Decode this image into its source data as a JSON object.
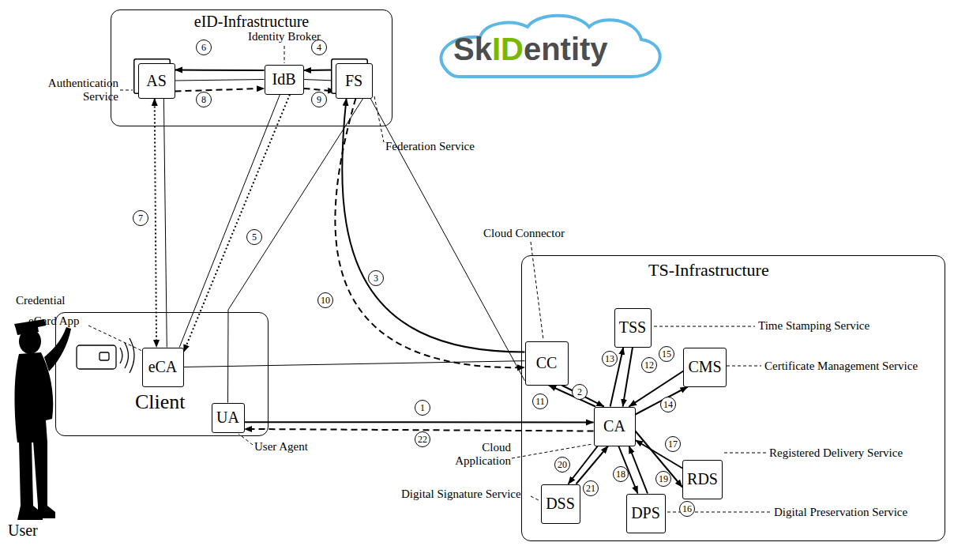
{
  "diagram": {
    "nodes": [
      {
        "text": [
          "eID-Infrastructure"
        ]
      },
      {
        "text": [
          "AS"
        ],
        "in": 0
      },
      {
        "text": [
          "IdB"
        ],
        "in": 0
      },
      {
        "text": [
          "FS"
        ],
        "in": 0
      },
      {
        "text": [
          "Client"
        ]
      },
      {
        "text": [
          "eCA"
        ],
        "in": 4
      },
      {
        "text": [
          "UA"
        ],
        "in": 4
      },
      {
        "text": [
          "TS-Infrastructure"
        ]
      },
      {
        "text": [
          "CC"
        ],
        "in": 7
      },
      {
        "text": [
          "TSS"
        ],
        "in": 7
      },
      {
        "text": [
          "CMS"
        ],
        "in": 7
      },
      {
        "text": [
          "CA"
        ],
        "in": 7
      },
      {
        "text": [
          "RDS"
        ],
        "in": 7
      },
      {
        "text": [
          "DSS"
        ],
        "in": 7
      },
      {
        "text": [
          "DPS"
        ],
        "in": 7
      }
    ],
    "edges": [
      {
        "from": 6,
        "to": 11,
        "arrow": "to",
        "label": "1"
      },
      {
        "from": 11,
        "to": 6,
        "arrow": "to",
        "label": "22"
      },
      {
        "from": 8,
        "to": 11,
        "arrow": "to",
        "label": "2"
      },
      {
        "from": 11,
        "to": 8,
        "arrow": "to",
        "label": "11"
      },
      {
        "from": 8,
        "to": 3,
        "arrow": "to",
        "label": "3"
      },
      {
        "from": 3,
        "to": 8,
        "arrow": "to",
        "label": "10"
      },
      {
        "from": 3,
        "to": 2,
        "arrow": "to",
        "label": "4"
      },
      {
        "from": 2,
        "to": 1,
        "arrow": "to",
        "label": "6"
      },
      {
        "from": 1,
        "to": 2,
        "arrow": "to",
        "label": "8"
      },
      {
        "from": 2,
        "to": 3,
        "arrow": "to",
        "label": "9"
      },
      {
        "from": 2,
        "to": 5,
        "arrow": "to",
        "label": "5"
      },
      {
        "from": 1,
        "to": 5,
        "arrow": "both",
        "label": "7"
      },
      {
        "from": 1,
        "to": 5,
        "arrow": "none"
      },
      {
        "from": 2,
        "to": 5,
        "arrow": "none"
      },
      {
        "from": 6,
        "to": 3,
        "arrow": "none"
      },
      {
        "from": 3,
        "to": 8,
        "arrow": "none"
      },
      {
        "from": 5,
        "to": 8,
        "arrow": "none"
      },
      {
        "from": 1,
        "to": 2,
        "arrow": "none"
      },
      {
        "from": 2,
        "to": 3,
        "arrow": "none"
      },
      {
        "from": 11,
        "to": 9,
        "arrow": "to",
        "label": "13"
      },
      {
        "from": 9,
        "to": 11,
        "arrow": "to",
        "label": "12"
      },
      {
        "from": 11,
        "to": 10,
        "arrow": "to",
        "label": "14"
      },
      {
        "from": 10,
        "to": 11,
        "arrow": "to",
        "label": "15"
      },
      {
        "from": 11,
        "to": 12,
        "arrow": "to",
        "label": "16"
      },
      {
        "from": 12,
        "to": 11,
        "arrow": "to",
        "label": "17"
      },
      {
        "from": 11,
        "to": 14,
        "arrow": "to",
        "label": "18"
      },
      {
        "from": 14,
        "to": 11,
        "arrow": "to",
        "label": "19"
      },
      {
        "from": 11,
        "to": 13,
        "arrow": "to",
        "label": "20"
      },
      {
        "from": 13,
        "to": 11,
        "arrow": "to",
        "label": "21"
      }
    ],
    "labels": [
      "Sk",
      "ID",
      "entity",
      "Identity Broker",
      "Authentication Service",
      "Federation Service",
      "Credential",
      "eCard App",
      "User Agent",
      "User",
      "Cloud Connector",
      "Cloud Application",
      "Time Stamping Service",
      "Certificate Management Service",
      "Registered Delivery Service",
      "Digital Preservation Service",
      "Digital Signature Service"
    ]
  }
}
